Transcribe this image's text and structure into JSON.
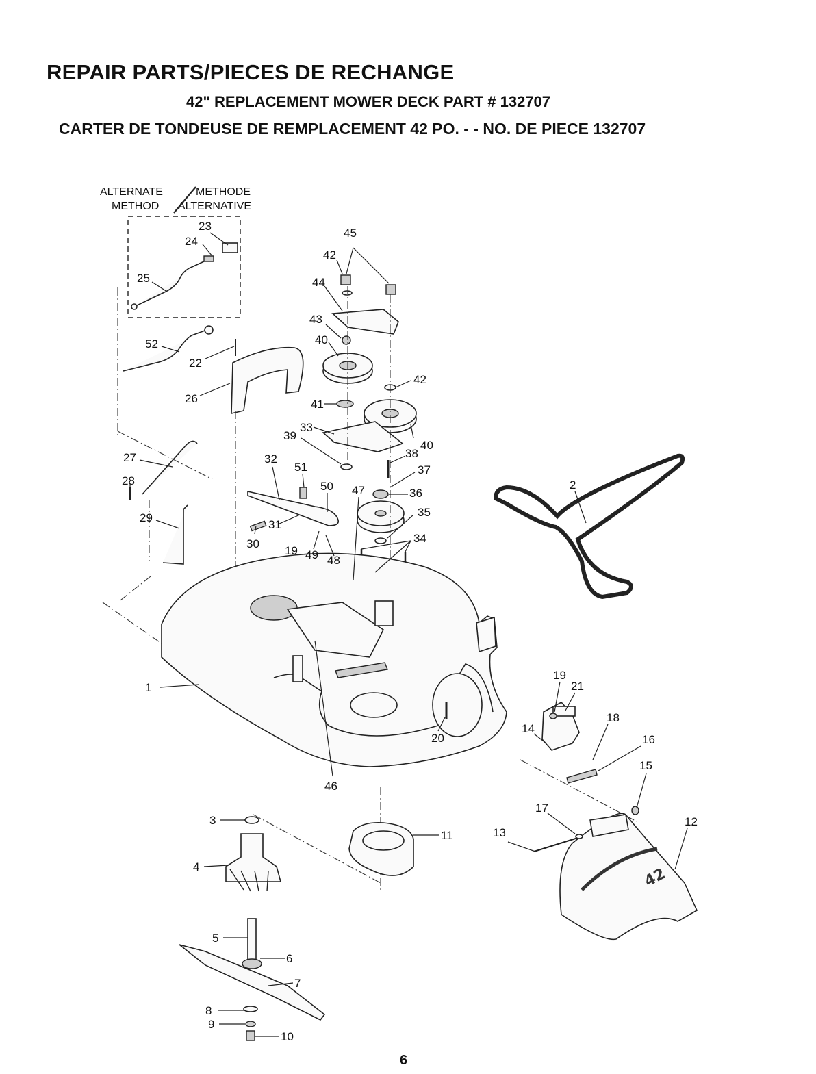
{
  "header": {
    "title": "REPAIR PARTS/PIECES DE RECHANGE",
    "subtitle_en": "42\" REPLACEMENT MOWER DECK PART # 132707",
    "subtitle_fr": "CARTER DE TONDEUSE DE REMPLACEMENT 42 PO. - - NO. DE PIECE 132707"
  },
  "alternate_method": {
    "line1_left": "ALTERNATE",
    "line1_right": "METHODE",
    "line2_left": "METHOD",
    "line2_right": "ALTERNATIVE"
  },
  "callouts": [
    "1",
    "2",
    "3",
    "4",
    "5",
    "6",
    "7",
    "8",
    "9",
    "10",
    "11",
    "12",
    "13",
    "14",
    "15",
    "16",
    "17",
    "18",
    "19",
    "19",
    "20",
    "21",
    "22",
    "23",
    "24",
    "25",
    "26",
    "27",
    "28",
    "29",
    "30",
    "31",
    "32",
    "33",
    "34",
    "35",
    "36",
    "37",
    "38",
    "39",
    "40",
    "40",
    "41",
    "42",
    "42",
    "43",
    "44",
    "45",
    "46",
    "47",
    "48",
    "49",
    "50",
    "51",
    "52"
  ],
  "blade_marking": "42",
  "footer": {
    "page_number": "6"
  }
}
